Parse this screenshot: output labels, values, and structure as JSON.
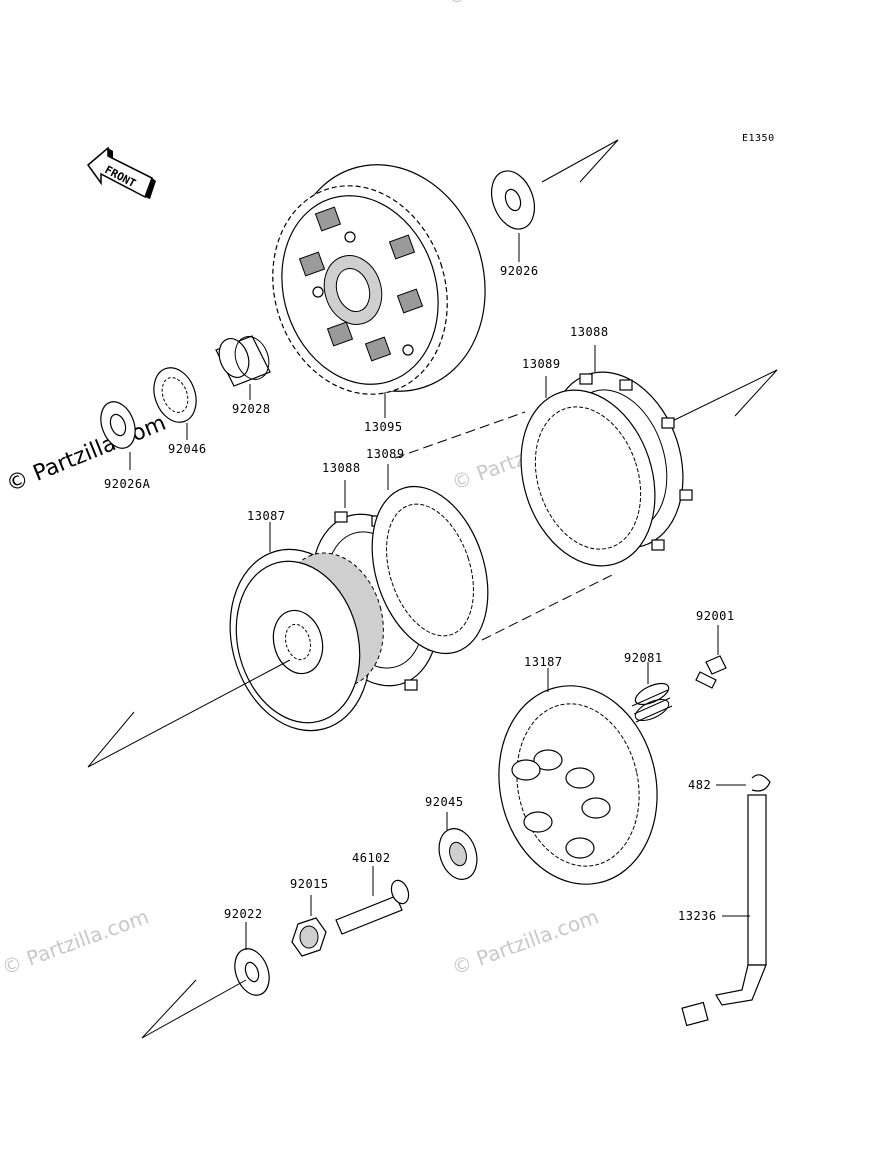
{
  "diagram": {
    "code": "E1350",
    "front_label": "FRONT",
    "watermark_main": "© Partzilla.com",
    "watermark_faint": "© Partzilla.com",
    "parts": [
      {
        "id": "92026",
        "label": "92026"
      },
      {
        "id": "13095",
        "label": "13095"
      },
      {
        "id": "92028",
        "label": "92028"
      },
      {
        "id": "92046",
        "label": "92046"
      },
      {
        "id": "92026A",
        "label": "92026A"
      },
      {
        "id": "13088a",
        "label": "13088"
      },
      {
        "id": "13089a",
        "label": "13089"
      },
      {
        "id": "13088b",
        "label": "13088"
      },
      {
        "id": "13089b",
        "label": "13089"
      },
      {
        "id": "13087",
        "label": "13087"
      },
      {
        "id": "92001",
        "label": "92001"
      },
      {
        "id": "92081",
        "label": "92081"
      },
      {
        "id": "13187",
        "label": "13187"
      },
      {
        "id": "482",
        "label": "482"
      },
      {
        "id": "92045",
        "label": "92045"
      },
      {
        "id": "46102",
        "label": "46102"
      },
      {
        "id": "92015",
        "label": "92015"
      },
      {
        "id": "92022",
        "label": "92022"
      },
      {
        "id": "13236",
        "label": "13236"
      }
    ]
  }
}
